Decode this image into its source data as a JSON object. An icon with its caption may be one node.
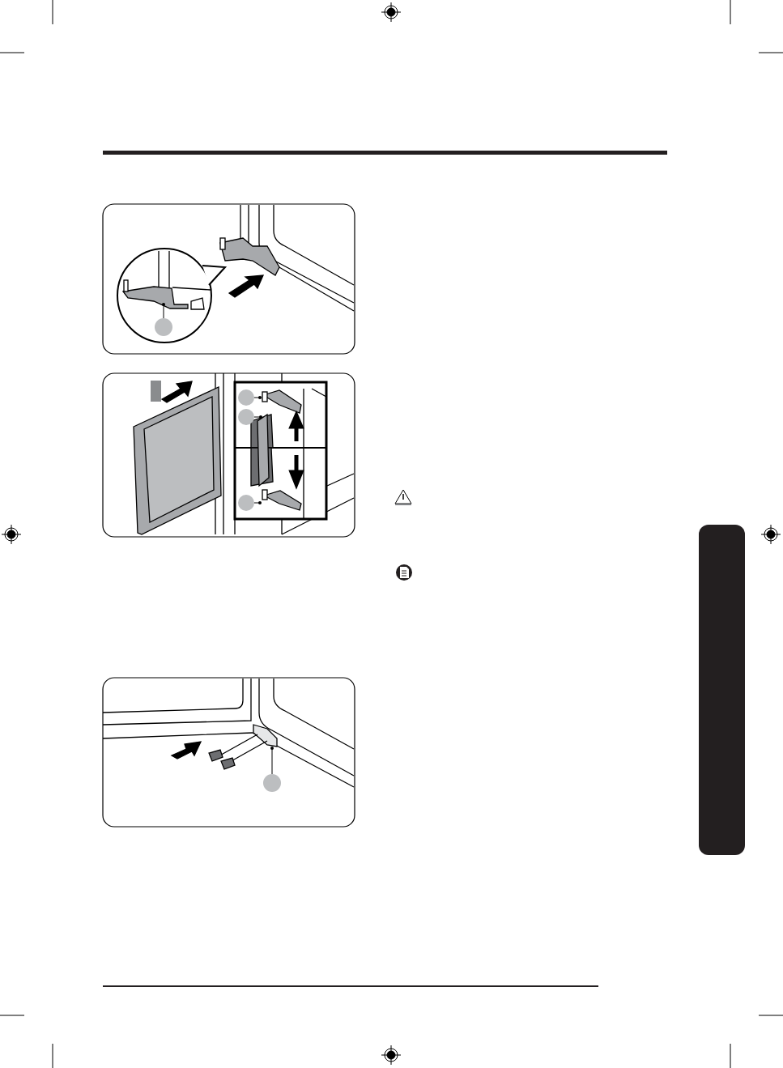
{
  "diagram": {
    "nodes": [
      {
        "text": [],
        "shape": "circle"
      },
      {
        "text": [],
        "shape": "circle"
      },
      {
        "text": [],
        "shape": "circle"
      },
      {
        "text": [],
        "shape": "circle"
      },
      {
        "text": [],
        "shape": "circle"
      },
      {
        "text": [],
        "shape": "bar"
      }
    ],
    "edges": [
      {
        "from": 0,
        "to": null,
        "arrow": "other"
      },
      {
        "from": 1,
        "to": null,
        "arrow": "other"
      },
      {
        "from": 2,
        "to": null,
        "arrow": "other"
      },
      {
        "from": 3,
        "to": null,
        "arrow": "other"
      },
      {
        "from": 4,
        "to": null,
        "arrow": "other"
      }
    ]
  }
}
